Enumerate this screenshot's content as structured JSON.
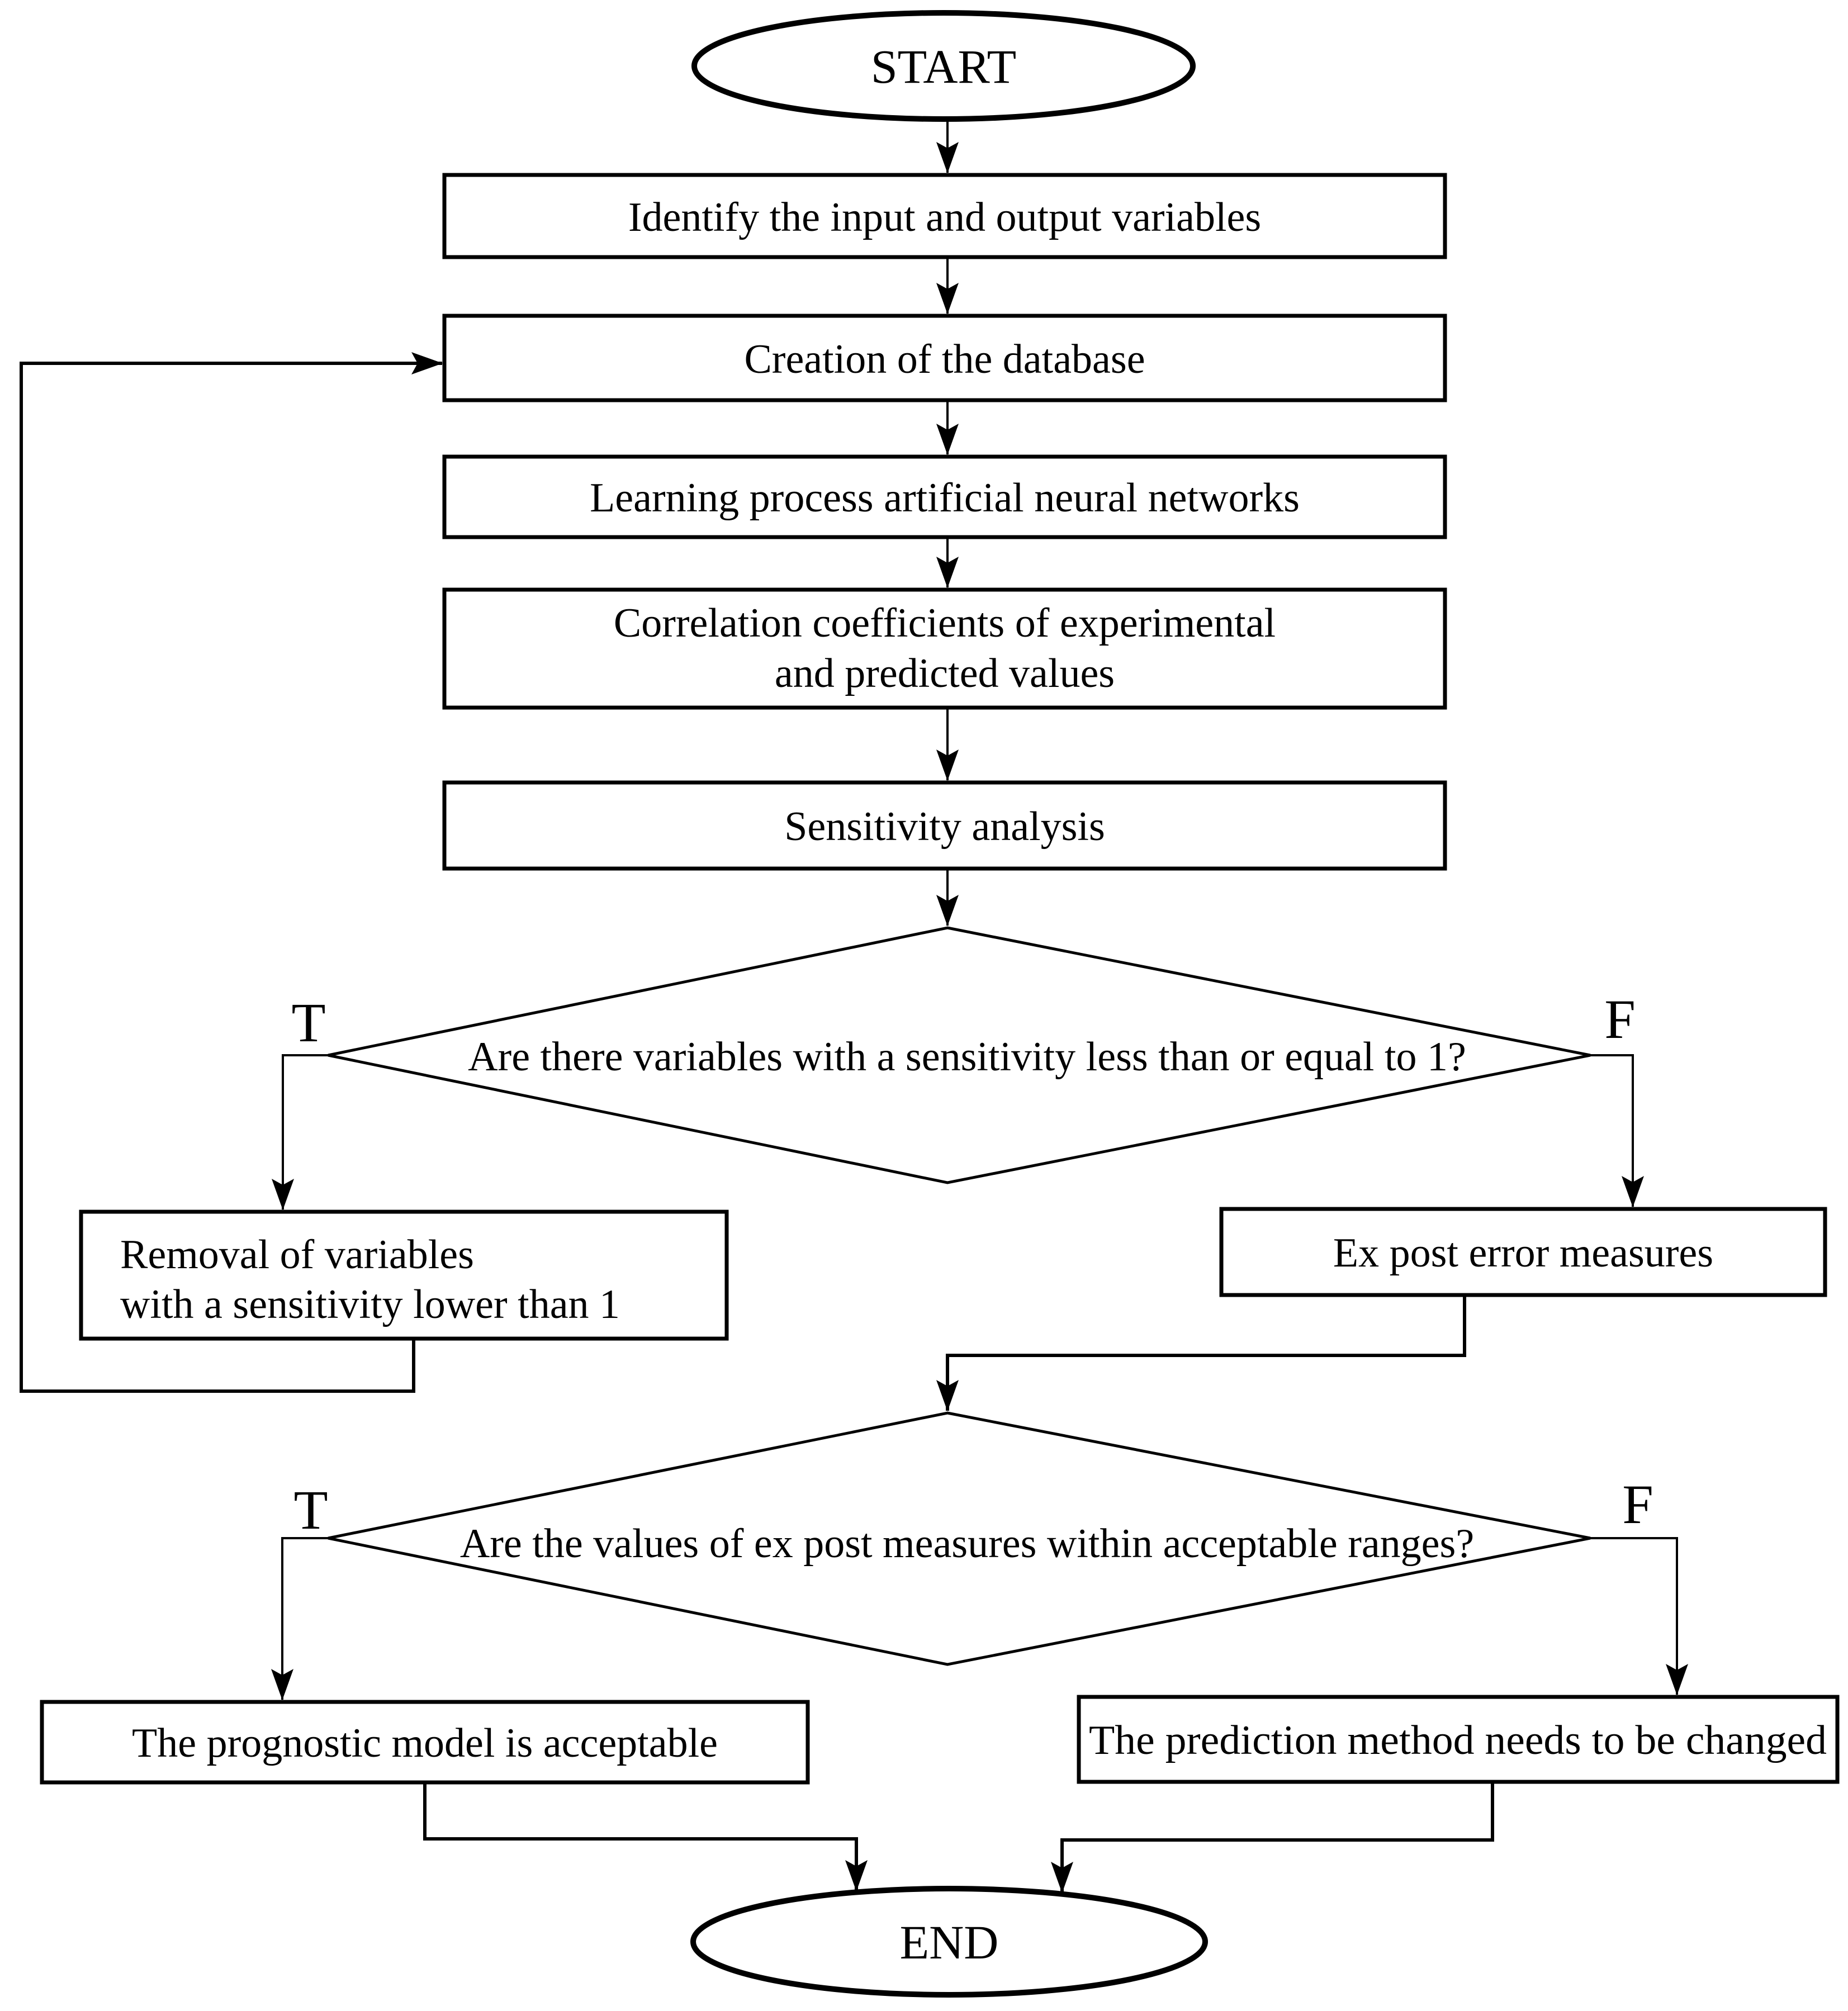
{
  "flowchart": {
    "terminals": {
      "start": "START",
      "end": "END"
    },
    "boxes": {
      "identify": "Identify the input and output variables",
      "creation": "Creation of the database",
      "learning": "Learning process artificial neural networks",
      "correlation_line1": "Correlation coefficients of experimental",
      "correlation_line2": "and predicted values",
      "sensitivity": "Sensitivity analysis",
      "removal_line1": "Removal of variables",
      "removal_line2": "with a sensitivity lower than 1",
      "ex_post": "Ex post error measures",
      "prognostic": "The prognostic model is acceptable",
      "prediction": "The prediction method needs to be changed"
    },
    "decisions": {
      "sensitivity_check": "Are there variables with a sensitivity less than or equal to 1?",
      "ex_post_check": "Are the values of ex post measures within acceptable ranges?"
    },
    "branch_labels": {
      "true": "T",
      "false": "F"
    },
    "colors": {
      "line": "#000000",
      "background": "#ffffff"
    }
  }
}
